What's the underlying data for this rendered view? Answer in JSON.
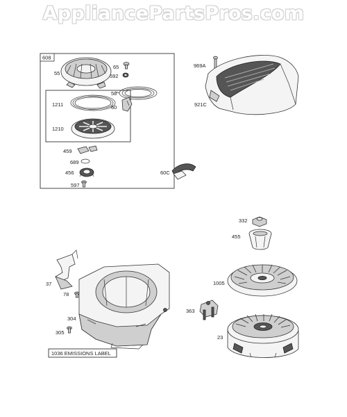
{
  "watermark": "AppliancePartsPros.com",
  "kit_box": {
    "number": "608"
  },
  "sub_box": {},
  "parts": {
    "p55": "55",
    "p65": "65",
    "p592": "592",
    "p58": "58",
    "p60": "60",
    "p1211": "1211",
    "p1210": "1210",
    "p459": "459",
    "p689": "689",
    "p456": "456",
    "p597": "597",
    "p60c": "60C",
    "p969a": "969A",
    "p921c": "921C",
    "p332": "332",
    "p455": "455",
    "p1005": "1005",
    "p363": "363",
    "p23": "23",
    "p37": "37",
    "p78": "78",
    "p304": "304",
    "p305": "305"
  },
  "emissions_label": "1036 EMISSIONS LABEL"
}
